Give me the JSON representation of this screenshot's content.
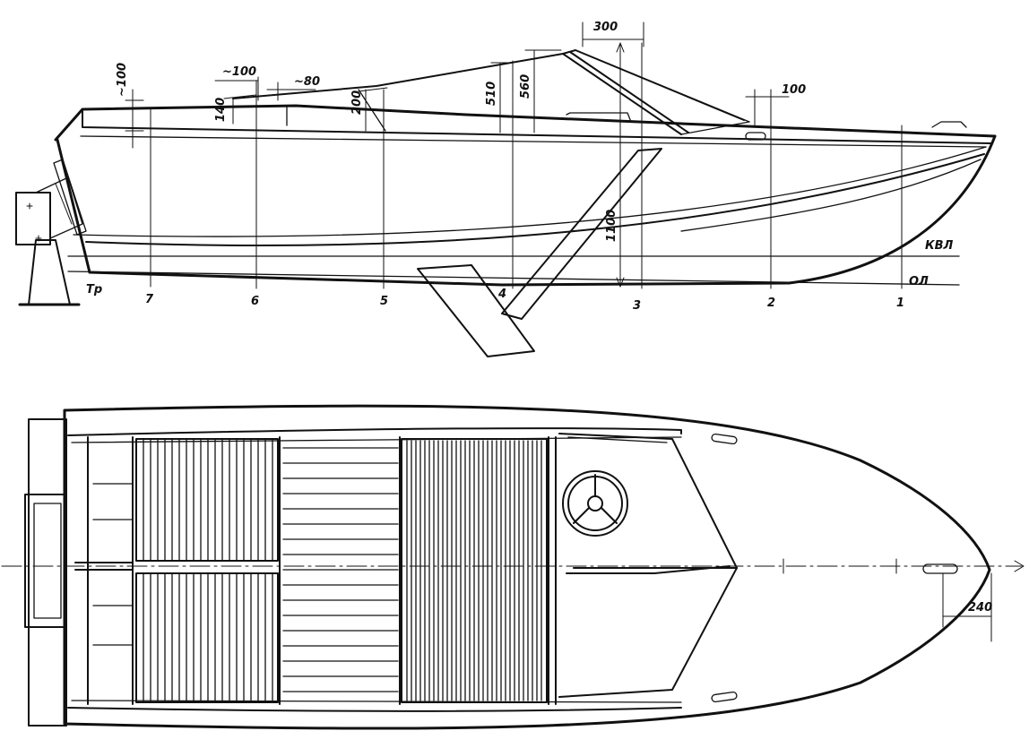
{
  "side_view": {
    "stations": [
      "Тр",
      "7",
      "6",
      "5",
      "4",
      "3",
      "2",
      "1"
    ],
    "waterline_labels": {
      "load_waterline": "КВЛ",
      "base_line": "ОЛ"
    },
    "dimensions": {
      "d_100_aft": "~100",
      "d_100_deck": "~100",
      "d_80": "~80",
      "d_140": "140",
      "d_200": "200",
      "d_510": "510",
      "d_560": "560",
      "d_300": "300",
      "d_1100": "1100",
      "d_100_bow": "100"
    }
  },
  "plan_view": {
    "dimensions": {
      "d_240": "240"
    }
  }
}
